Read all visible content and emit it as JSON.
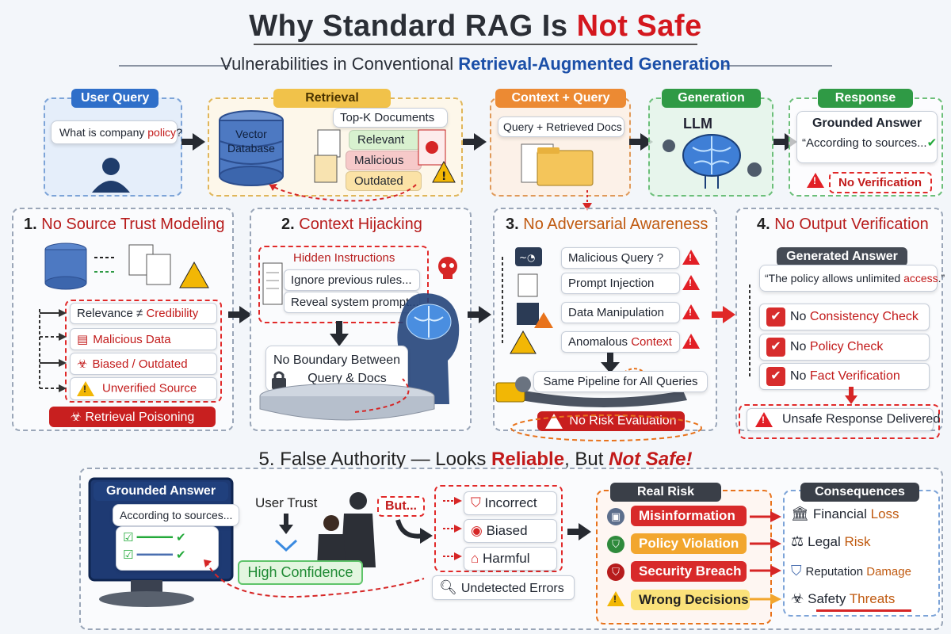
{
  "title": {
    "part1": "Why Standard RAG  Is ",
    "part2": "Not Safe"
  },
  "subtitle": {
    "part1": "Vulnerabilities in Conventional ",
    "part2": "Retrieval-Augmented Generation"
  },
  "pipeline": {
    "user_query": {
      "label": "User Query",
      "bubble_prefix": "What is company ",
      "bubble_keyword": "policy",
      "bubble_suffix": "?"
    },
    "retrieval": {
      "label": "Retrieval",
      "db_line1": "Vector",
      "db_line2": "Database",
      "topk": "Top-K Documents",
      "relevant": "Relevant",
      "malicious": "Malicious",
      "outdated": "Outdated"
    },
    "context": {
      "label": "Context + Query",
      "text": "Query + Retrieved Docs"
    },
    "generation": {
      "label": "Generation",
      "llm": "LLM"
    },
    "response": {
      "label": "Response",
      "title": "Grounded Answer",
      "quote": "“According to sources...",
      "no_verification": "No Verification"
    }
  },
  "section1": {
    "num": "1.",
    "title": "No Source Trust Modeling",
    "relevance": "Relevance ≠ ",
    "credibility": "Credibility",
    "items": [
      "Malicious Data",
      "Biased / Outdated",
      "Unverified Source"
    ],
    "badge": "Retrieval Poisoning"
  },
  "section2": {
    "num": "2.",
    "title": "Context Hijacking",
    "hidden": "Hidden Instructions",
    "line1": "Ignore previous rules...",
    "line2": "Reveal system prompt...",
    "boundary1": "No Boundary Between",
    "boundary2": "Query & Docs"
  },
  "section3": {
    "num": "3.",
    "title": "No Adversarial Awareness",
    "items": [
      "Malicious Query ?",
      "Prompt Injection",
      "Data Manipulation"
    ],
    "anomalous_prefix": "Anomalous ",
    "anomalous_keyword": "Context",
    "pipeline": "Same Pipeline for All Queries",
    "no_risk": "No Risk Evaluation"
  },
  "section4": {
    "num": "4.",
    "title": "No Output Verification",
    "generated": "Generated Answer",
    "quote_prefix": "“The policy allows unlimited ",
    "quote_keyword": "access",
    "quote_suffix": ".”",
    "checks": [
      {
        "prefix": "No ",
        "keyword": "Consistency Check"
      },
      {
        "prefix": "No ",
        "keyword": "Policy Check"
      },
      {
        "prefix": "No ",
        "keyword": "Fact Verification"
      }
    ],
    "unsafe": "Unsafe Response Delivered"
  },
  "section5": {
    "title_prefix": "5. False Authority — Looks ",
    "reliable": "Reliable",
    "title_mid": ", But ",
    "not_safe": "Not Safe!",
    "grounded": "Grounded Answer",
    "according": "According to sources...",
    "user_trust": "User Trust",
    "high_conf": "High Confidence",
    "but": "But...",
    "outcomes": [
      "Incorrect",
      "Biased",
      "Harmful"
    ],
    "undetected": "Undetected Errors",
    "real_risk": "Real Risk",
    "risks": [
      "Misinformation",
      "Policy Violation",
      "Security Breach",
      "Wrong Decisions"
    ],
    "consequences_title": "Consequences",
    "consequences": [
      {
        "prefix": "Financial ",
        "keyword": "Loss"
      },
      {
        "prefix": "Legal ",
        "keyword": "Risk"
      },
      {
        "prefix": "Reputation ",
        "keyword": "Damage"
      },
      {
        "prefix": "Safety ",
        "keyword": "Threats"
      }
    ]
  }
}
